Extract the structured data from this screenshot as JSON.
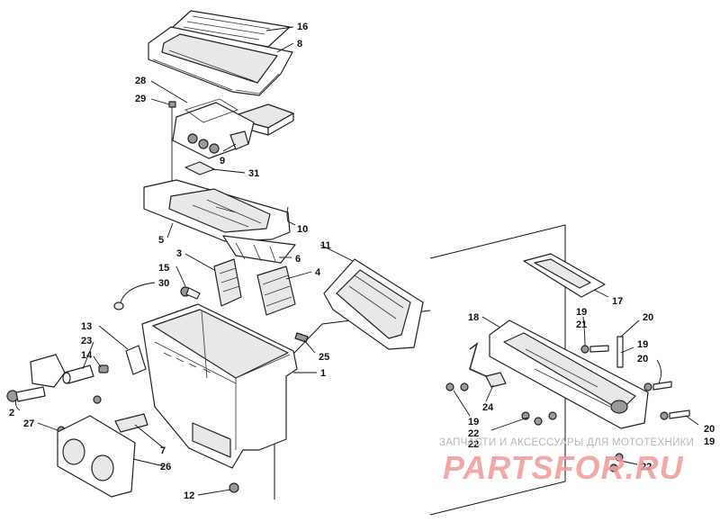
{
  "callouts": {
    "c1": "1",
    "c2": "2",
    "c3": "3",
    "c4": "4",
    "c5": "5",
    "c6": "6",
    "c7": "7",
    "c8": "8",
    "c9": "9",
    "c10": "10",
    "c11": "11",
    "c12": "12",
    "c13": "13",
    "c14": "14",
    "c15": "15",
    "c16": "16",
    "c17": "17",
    "c18": "18",
    "c19": "19",
    "c20": "20",
    "c21": "21",
    "c22": "22",
    "c23": "23",
    "c24": "24",
    "c25": "25",
    "c26": "26",
    "c27": "27",
    "c28": "28",
    "c29": "29",
    "c30": "30",
    "c31": "31"
  },
  "watermark": {
    "caption": "ЗАПЧАСТИ И АКСЕССУАРЫ ДЛЯ МОТОТЕХНИКИ",
    "logo": "PARTSFOR.RU"
  },
  "colors": {
    "line": "#222222",
    "watermark_logo": "#f29a9a",
    "watermark_text": "#b9b9b9"
  }
}
